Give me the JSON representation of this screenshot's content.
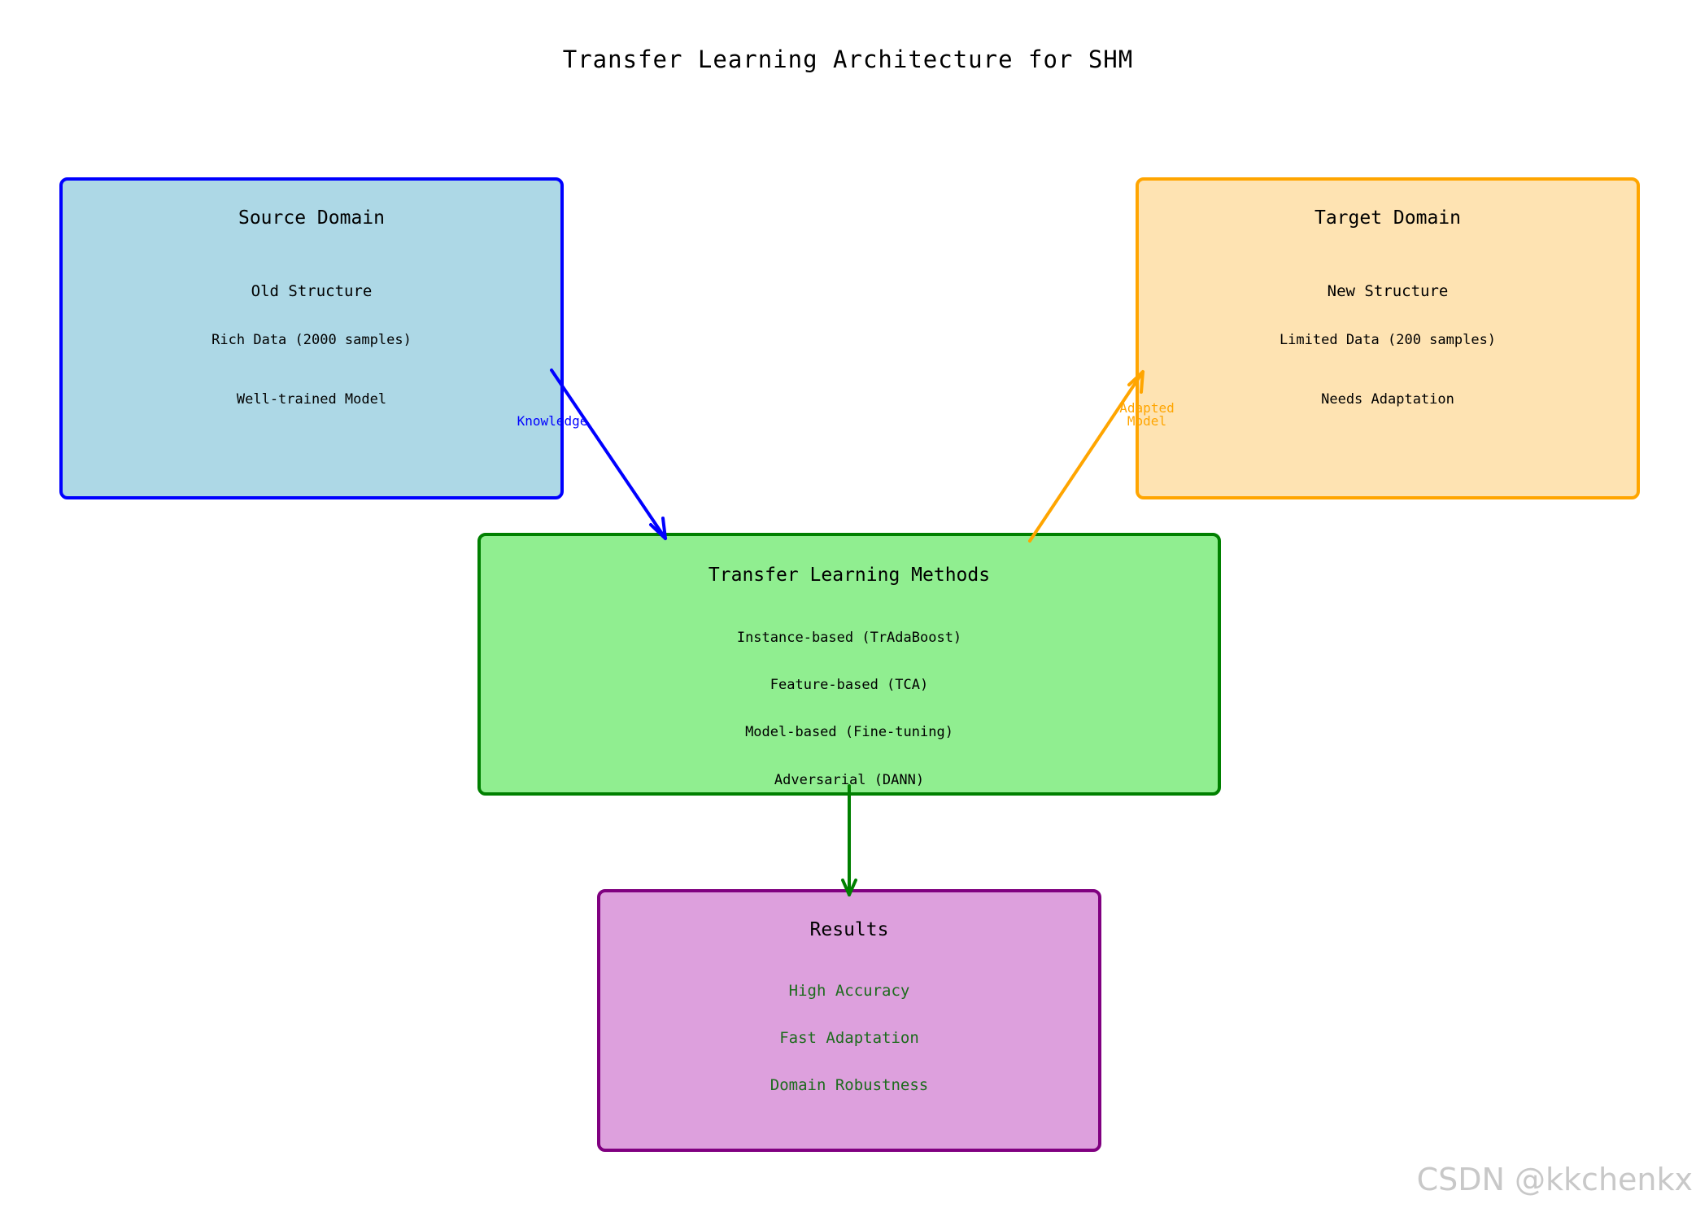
{
  "title": "Transfer Learning Architecture for SHM",
  "source_domain": {
    "title": "Source Domain",
    "lines": [
      "Old Structure",
      "Rich Data (2000 samples)",
      "Well-trained Model"
    ],
    "fill_color": "#add8e6",
    "border_color": "#0000ff"
  },
  "target_domain": {
    "title": "Target Domain",
    "lines": [
      "New Structure",
      "Limited Data (200 samples)",
      "Needs Adaptation"
    ],
    "fill_color": "#fee3b2",
    "border_color": "#ffa500"
  },
  "methods": {
    "title": "Transfer Learning Methods",
    "lines": [
      "Instance-based (TrAdaBoost)",
      "Feature-based (TCA)",
      "Model-based (Fine-tuning)",
      "Adversarial (DANN)"
    ],
    "fill_color": "#90ee90",
    "border_color": "#008000"
  },
  "results": {
    "title": "Results",
    "lines": [
      "High Accuracy",
      "Fast Adaptation",
      "Domain Robustness"
    ],
    "fill_color": "#dda0dd",
    "border_color": "#800080",
    "text_color": "#1d6b1d"
  },
  "arrows": {
    "knowledge": {
      "label": "Knowledge",
      "color": "#0000ff"
    },
    "adapted_model": {
      "label_line1": "Adapted",
      "label_line2": "Model",
      "color": "#ffa500"
    },
    "to_results": {
      "color": "#008000"
    }
  },
  "watermark": "CSDN @kkchenkx"
}
